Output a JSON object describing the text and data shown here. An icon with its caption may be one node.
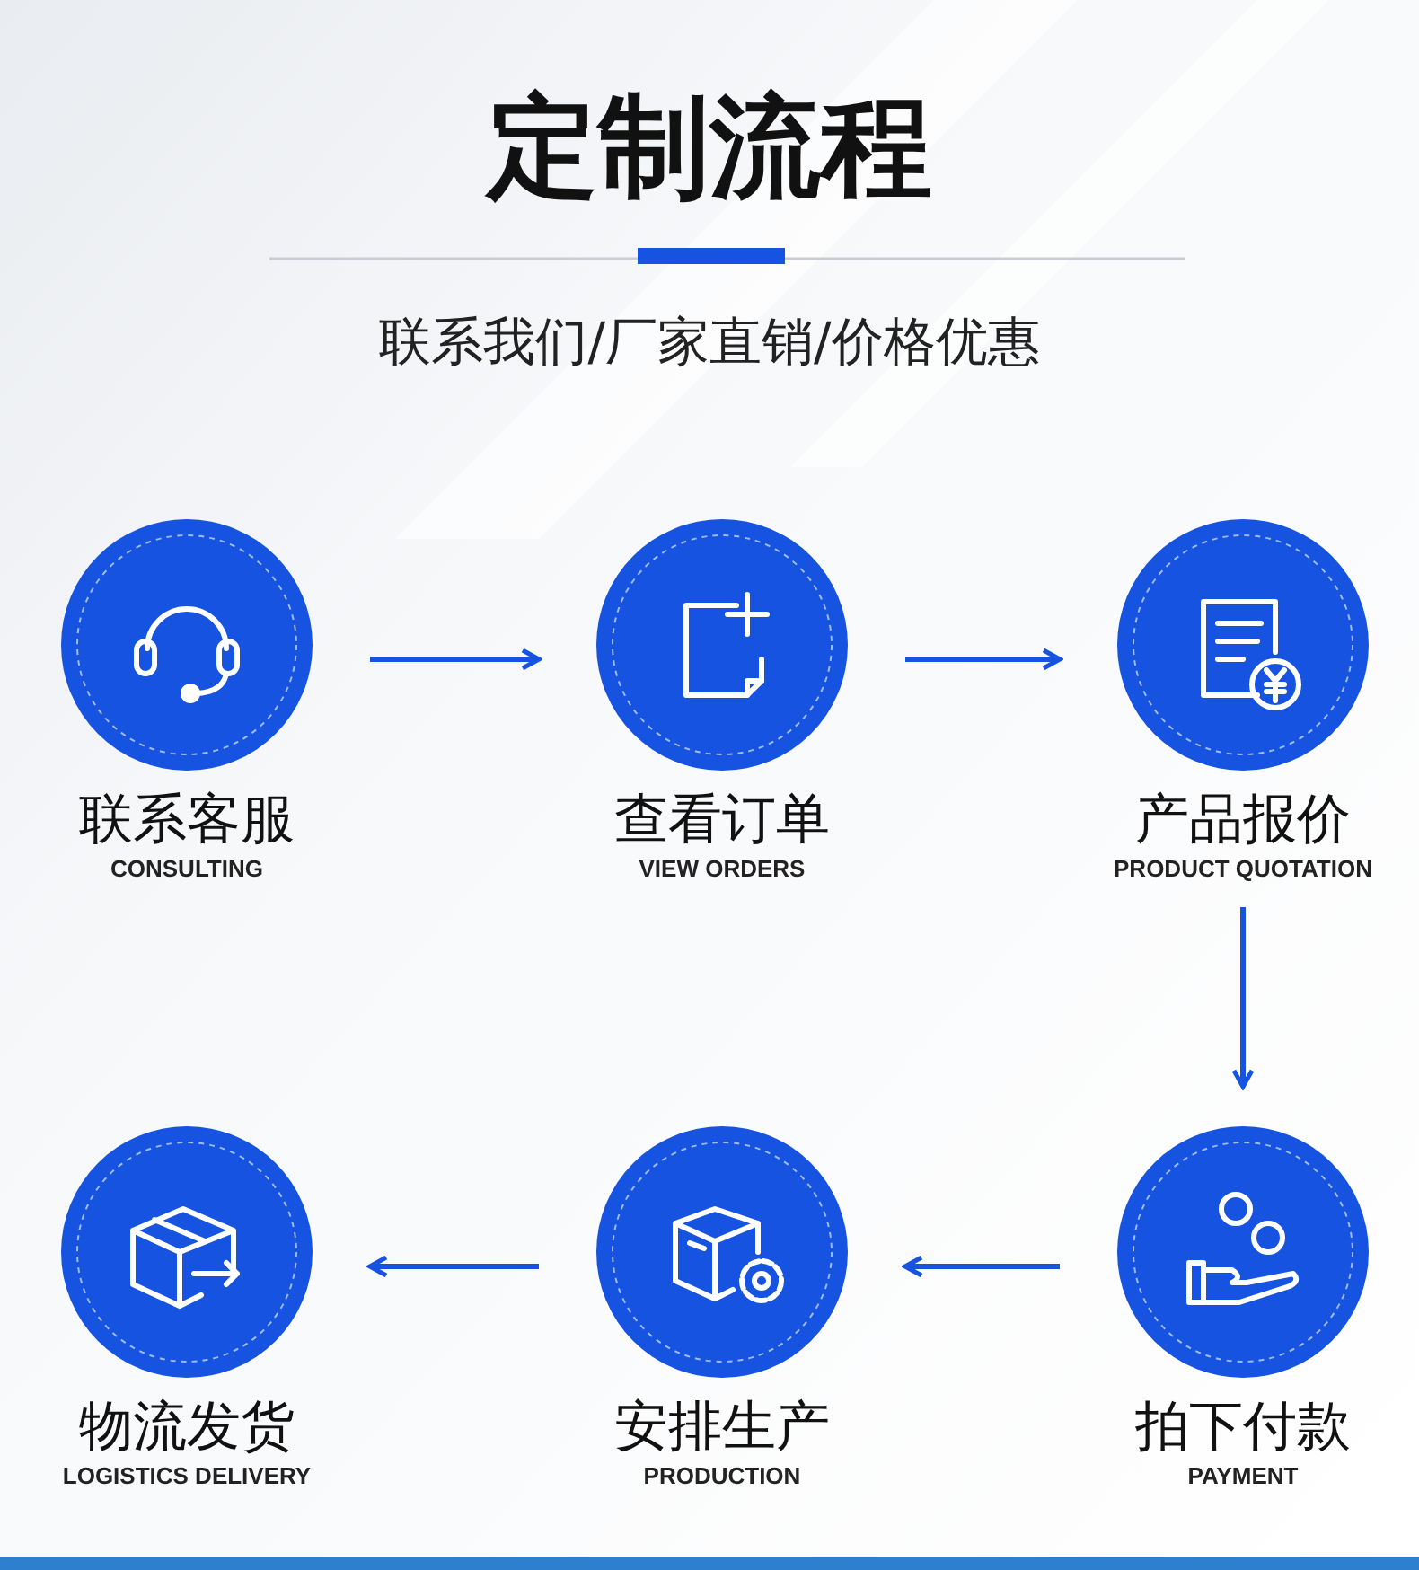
{
  "diagram": {
    "title": "定制流程",
    "nodes": [
      {
        "text": [
          "联系客服",
          "CONSULTING"
        ]
      },
      {
        "text": [
          "查看订单",
          "VIEW ORDERS"
        ]
      },
      {
        "text": [
          "产品报价",
          "PRODUCT QUOTATION"
        ]
      },
      {
        "text": [
          "物流发货",
          "LOGISTICS DELIVERY"
        ]
      },
      {
        "text": [
          "安排生产",
          "PRODUCTION"
        ]
      },
      {
        "text": [
          "拍下付款",
          "PAYMENT"
        ]
      }
    ],
    "edges": [
      {
        "from": 0,
        "to": 1,
        "arrow": "to"
      },
      {
        "from": 1,
        "to": 2,
        "arrow": "to"
      },
      {
        "from": 2,
        "to": 5,
        "arrow": "to"
      },
      {
        "from": 5,
        "to": 4,
        "arrow": "to"
      },
      {
        "from": 4,
        "to": 3,
        "arrow": "to"
      }
    ],
    "labels": [
      "联系我们/厂家直销/价格优惠"
    ]
  }
}
